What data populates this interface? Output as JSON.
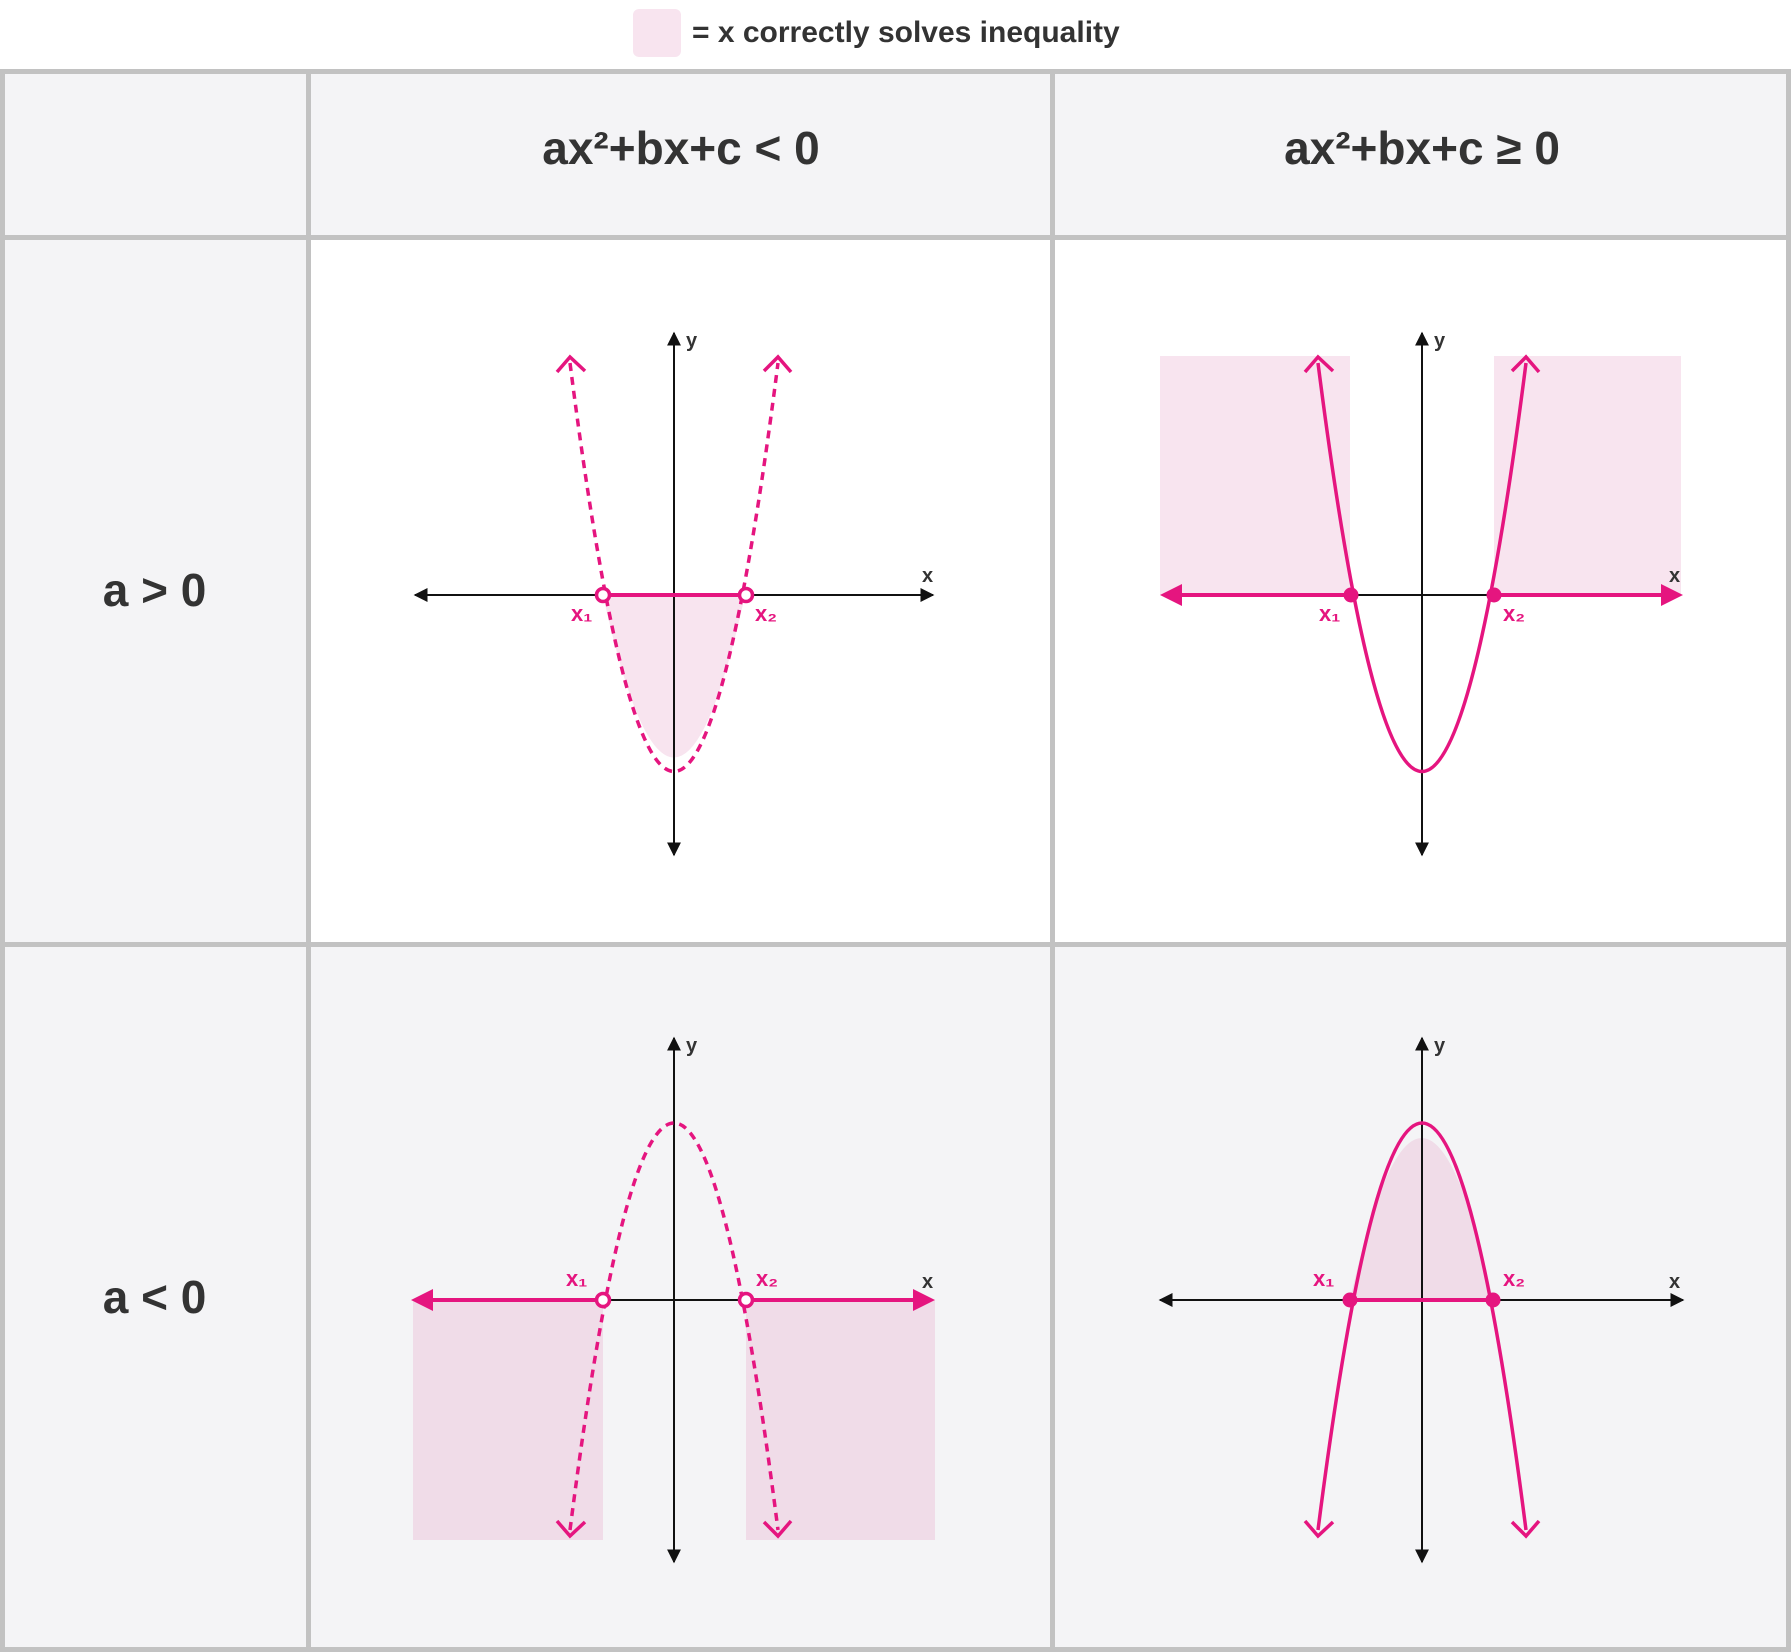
{
  "legend": {
    "text": "= x correctly solves inequality",
    "swatch_color": "#f8e4ef"
  },
  "table": {
    "column_headers": [
      "",
      "ax²+bx+c < 0",
      "ax²+bx+c ≥ 0"
    ],
    "row_labels": [
      "a > 0",
      "a < 0"
    ]
  },
  "graphs": {
    "axis_x_label": "x",
    "axis_y_label": "y",
    "root_labels": [
      "x₁",
      "x₂"
    ]
  },
  "colors": {
    "accent": "#e5157f",
    "shade_light": "#f8e4ef",
    "shade_grey_bg": "#f0dce8",
    "grid_line": "#c2c2c2",
    "header_bg": "#f4f4f6",
    "text": "#333333"
  }
}
